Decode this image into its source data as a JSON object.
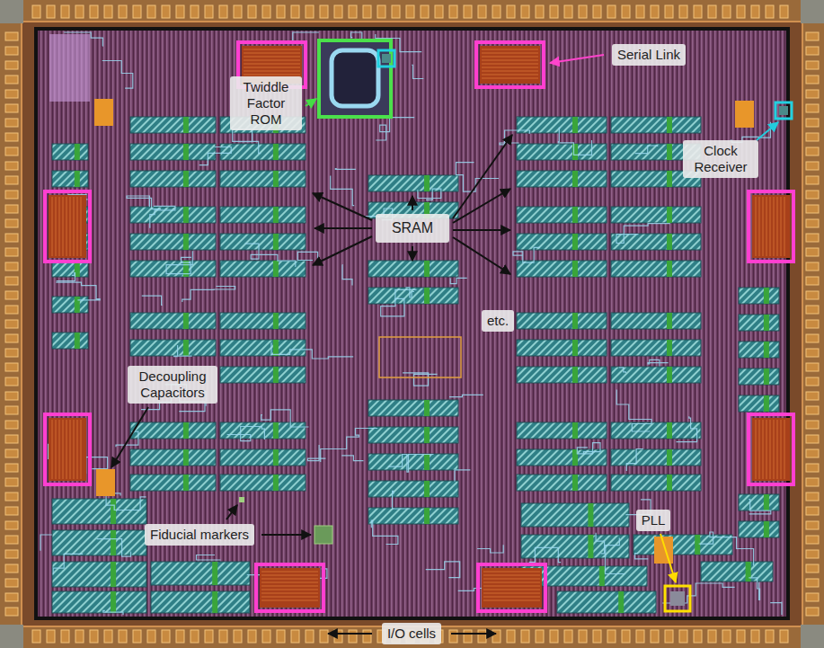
{
  "diagram": {
    "labels": [
      "Twiddle Factor ROM",
      "SRAM",
      "etc.",
      "Serial Link",
      "Clock Receiver",
      "Decoupling Capacitors",
      "Fiducial markers",
      "PLL",
      "I/O cells"
    ]
  }
}
